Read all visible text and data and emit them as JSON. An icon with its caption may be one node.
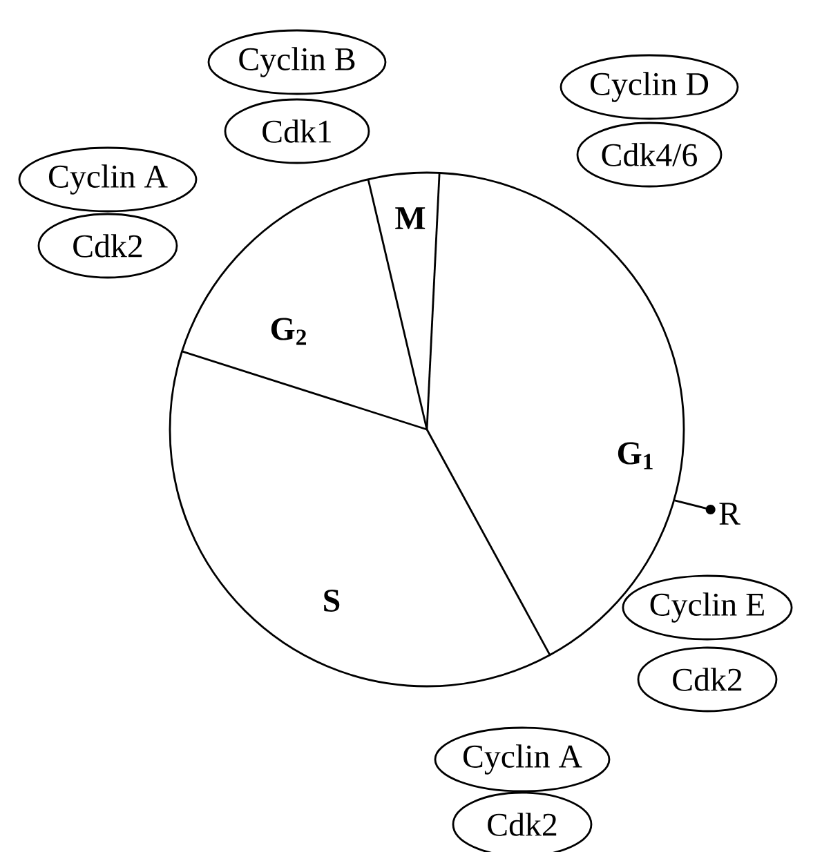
{
  "diagram": {
    "nodes": [
      {
        "text": [
          "Cyclin B"
        ]
      },
      {
        "text": [
          "Cdk1"
        ]
      },
      {
        "text": [
          "Cyclin D"
        ]
      },
      {
        "text": [
          "Cdk4/6"
        ]
      },
      {
        "text": [
          "Cyclin A"
        ]
      },
      {
        "text": [
          "Cdk2"
        ]
      },
      {
        "text": [],
        "shape": "circle"
      },
      {
        "text": [
          "R"
        ]
      },
      {
        "text": [
          "Cyclin E"
        ]
      },
      {
        "text": [
          "Cdk2"
        ]
      },
      {
        "text": [
          "Cyclin A"
        ]
      },
      {
        "text": [
          "Cdk2"
        ]
      }
    ],
    "edges": [
      {
        "from": 7,
        "to": 6,
        "arrow": "other"
      }
    ],
    "labels": [
      "M",
      "G$_{2}$",
      "G$_{1}$",
      "S"
    ]
  }
}
